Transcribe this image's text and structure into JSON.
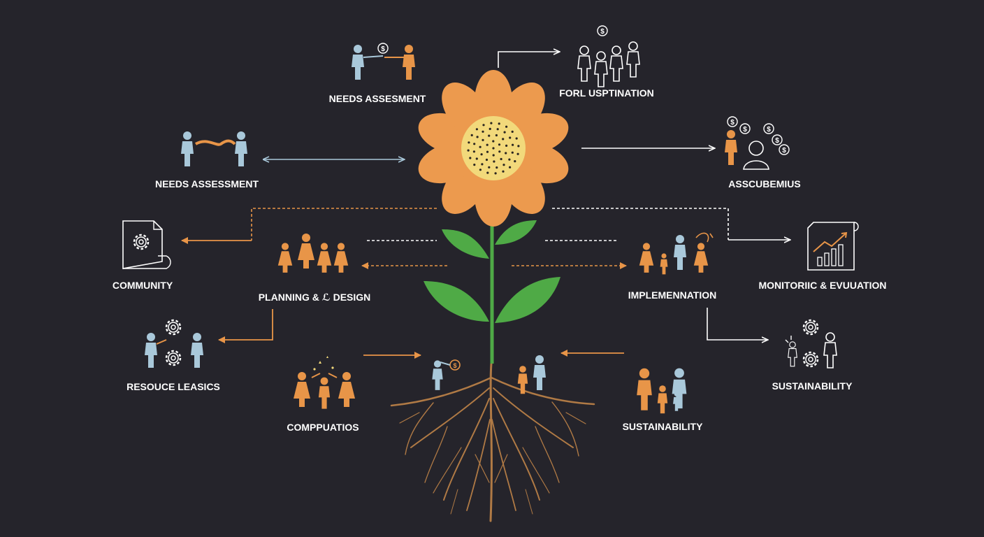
{
  "colors": {
    "background": "#25242b",
    "orange": "#e89548",
    "blue": "#a9c8da",
    "white": "#ffffff",
    "petal": "#ec9a4e",
    "flower_center": "#f2d97b",
    "stem": "#4faa46",
    "leaf": "#4faa46",
    "root": "#b07a45"
  },
  "labels": {
    "needs_assessment_top": "NEEDS ASSESMENT",
    "forl_usptination": "FORL USPTINATION",
    "needs_assessment_left": "NEEDS ASSESSMENT",
    "asscubemius": "ASSCUBEMIUS",
    "community": "COMMUNITY",
    "planning_design": "PLANNING & ℒ DESIGN",
    "implemennation": "IMPLEMENNATION",
    "monitoring_evaluation": "MONITORIIC & EVUUATION",
    "resource_leasics": "RESOUCE LEASICS",
    "sustainability_right": "SUSTAINABILITY",
    "compputios": "COMPPUATIOS",
    "sustainability_center": "SUSTAINABILITY"
  },
  "icons": {
    "handshake_money": "people-exchanging-money-icon",
    "group_money": "group-with-dollar-icon",
    "handshake": "two-people-handshake-icon",
    "person_coins": "person-with-coins-icon",
    "document_gear": "document-with-gear-icon",
    "family": "family-group-icon",
    "family_idea": "family-with-idea-icon",
    "report_chart": "growth-chart-report-icon",
    "people_gears": "people-with-gears-icon",
    "gears_person": "gears-and-person-icon",
    "celebrating_family": "celebrating-family-icon",
    "person_dollar": "person-with-dollar-icon",
    "parent_child": "parent-and-child-icon",
    "family_four": "family-of-four-icon"
  }
}
